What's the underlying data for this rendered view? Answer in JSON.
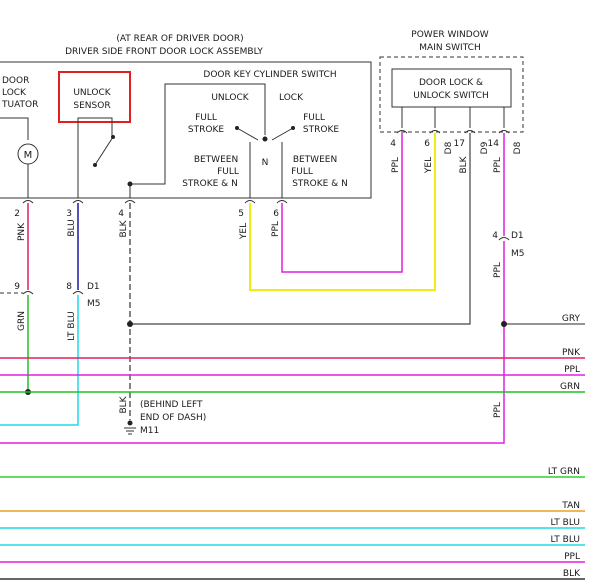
{
  "assembly": {
    "location": "(AT REAR OF DRIVER DOOR)",
    "title": "DRIVER SIDE FRONT DOOR LOCK ASSEMBLY",
    "actuator_label_1": "DOOR",
    "actuator_label_2": "LOCK",
    "actuator_label_3": "TUATOR",
    "motor_symbol": "M",
    "sensor_label_1": "UNLOCK",
    "sensor_label_2": "SENSOR",
    "key_switch_title": "DOOR KEY CYLINDER SWITCH",
    "unlock": "UNLOCK",
    "lock": "LOCK",
    "full_1": "FULL",
    "stroke_1": "STROKE",
    "full_2": "FULL",
    "stroke_2": "STROKE",
    "between_1": "BETWEEN",
    "full_3": "FULL",
    "stroke_n_1": "STROKE & N",
    "between_2": "BETWEEN",
    "full_4": "FULL",
    "stroke_n_2": "STROKE & N",
    "neutral": "N"
  },
  "power_window_switch": {
    "title_1": "POWER WINDOW",
    "title_2": "MAIN SWITCH",
    "inner_1": "DOOR LOCK &",
    "inner_2": "UNLOCK SWITCH"
  },
  "pins": {
    "a2": "2",
    "a3": "3",
    "a4": "4",
    "a5": "5",
    "a6": "6",
    "pw4": "4",
    "pw6": "6",
    "pwd8": "D8",
    "pw17": "17",
    "pwd9": "D9",
    "pw14": "14",
    "pwd8b": "D8",
    "c9": "9",
    "c8": "8",
    "c_d1": "D1",
    "c_m5": "M5",
    "r4": "4",
    "r_d1": "D1",
    "r_m5": "M5"
  },
  "wires": {
    "pnk": "PNK",
    "blu": "BLU",
    "blk": "BLK",
    "yel": "YEL",
    "ppl": "PPL",
    "pw_ppl": "PPL",
    "pw_yel": "YEL",
    "pw_blk": "BLK",
    "pw_ppl2": "PPL",
    "grn": "GRN",
    "lt_blu": "LT BLU",
    "ppl_mid": "PPL",
    "ppl_low": "PPL",
    "blk_low": "BLK"
  },
  "ground": {
    "line_1": "(BEHIND LEFT",
    "line_2": "END OF DASH)",
    "id": "M11"
  },
  "bus": {
    "gry": "GRY",
    "pnk": "PNK",
    "ppl": "PPL",
    "grn": "GRN",
    "lt_grn": "LT GRN",
    "tan": "TAN",
    "lt_blu_1": "LT BLU",
    "lt_blu_2": "LT BLU",
    "ppl_2": "PPL",
    "blk": "BLK"
  },
  "colors": {
    "pnk": "#e0205a",
    "ppl": "#e020e0",
    "grn": "#22c022",
    "yel": "#eeee10",
    "blu": "#1a1aa0",
    "lt_blu": "#20d8e8",
    "blk": "#444444",
    "gry": "#555555",
    "lt_grn": "#30d030",
    "tan": "#e8a020",
    "highlight": "#e02020"
  }
}
